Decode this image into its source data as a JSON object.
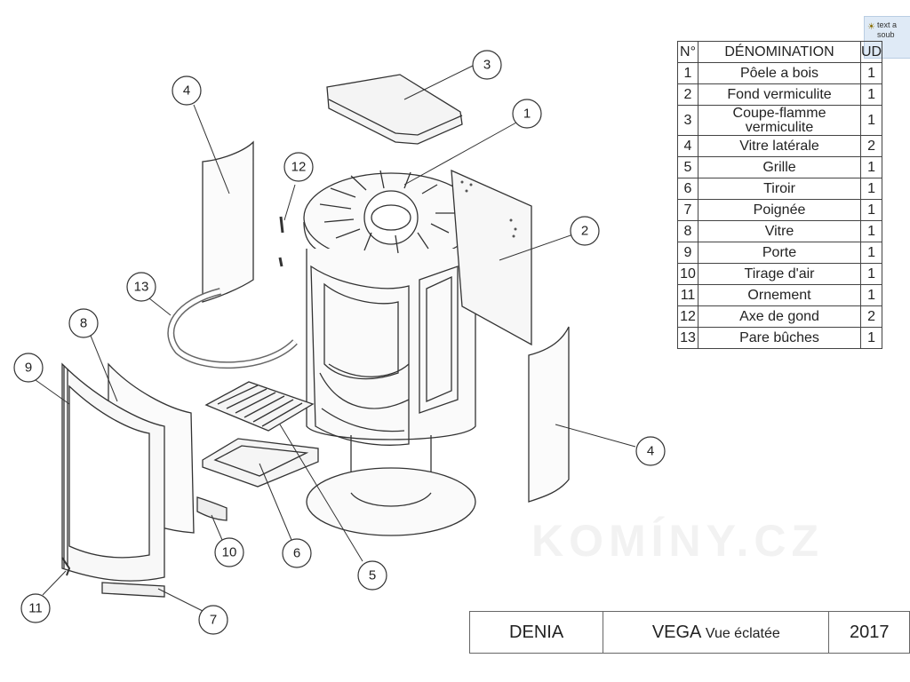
{
  "callouts": [
    {
      "n": "1"
    },
    {
      "n": "2"
    },
    {
      "n": "3"
    },
    {
      "n": "4"
    },
    {
      "n": "4"
    },
    {
      "n": "5"
    },
    {
      "n": "6"
    },
    {
      "n": "7"
    },
    {
      "n": "8"
    },
    {
      "n": "9"
    },
    {
      "n": "10"
    },
    {
      "n": "11"
    },
    {
      "n": "12"
    },
    {
      "n": "13"
    }
  ],
  "table": {
    "headers": {
      "no": "N°",
      "name": "DÉNOMINATION",
      "qty": "UD"
    },
    "rows": [
      {
        "no": "1",
        "name": "Pôele a bois",
        "qty": "1"
      },
      {
        "no": "2",
        "name": "Fond vermiculite",
        "qty": "1"
      },
      {
        "no": "3",
        "name": "Coupe-flamme vermiculite",
        "qty": "1"
      },
      {
        "no": "4",
        "name": "Vitre latérale",
        "qty": "2"
      },
      {
        "no": "5",
        "name": "Grille",
        "qty": "1"
      },
      {
        "no": "6",
        "name": "Tiroir",
        "qty": "1"
      },
      {
        "no": "7",
        "name": "Poignée",
        "qty": "1"
      },
      {
        "no": "8",
        "name": "Vitre",
        "qty": "1"
      },
      {
        "no": "9",
        "name": "Porte",
        "qty": "1"
      },
      {
        "no": "10",
        "name": "Tirage d'air",
        "qty": "1"
      },
      {
        "no": "11",
        "name": "Ornement",
        "qty": "1"
      },
      {
        "no": "12",
        "name": "Axe de gond",
        "qty": "2"
      },
      {
        "no": "13",
        "name": "Pare bûches",
        "qty": "1"
      }
    ]
  },
  "title_block": {
    "brand": "DENIA",
    "model": "VEGA",
    "view": "Vue éclatée",
    "year": "2017"
  },
  "note": {
    "text": "text a soub"
  },
  "watermark": {
    "text": "KOMÍNY.CZ"
  }
}
